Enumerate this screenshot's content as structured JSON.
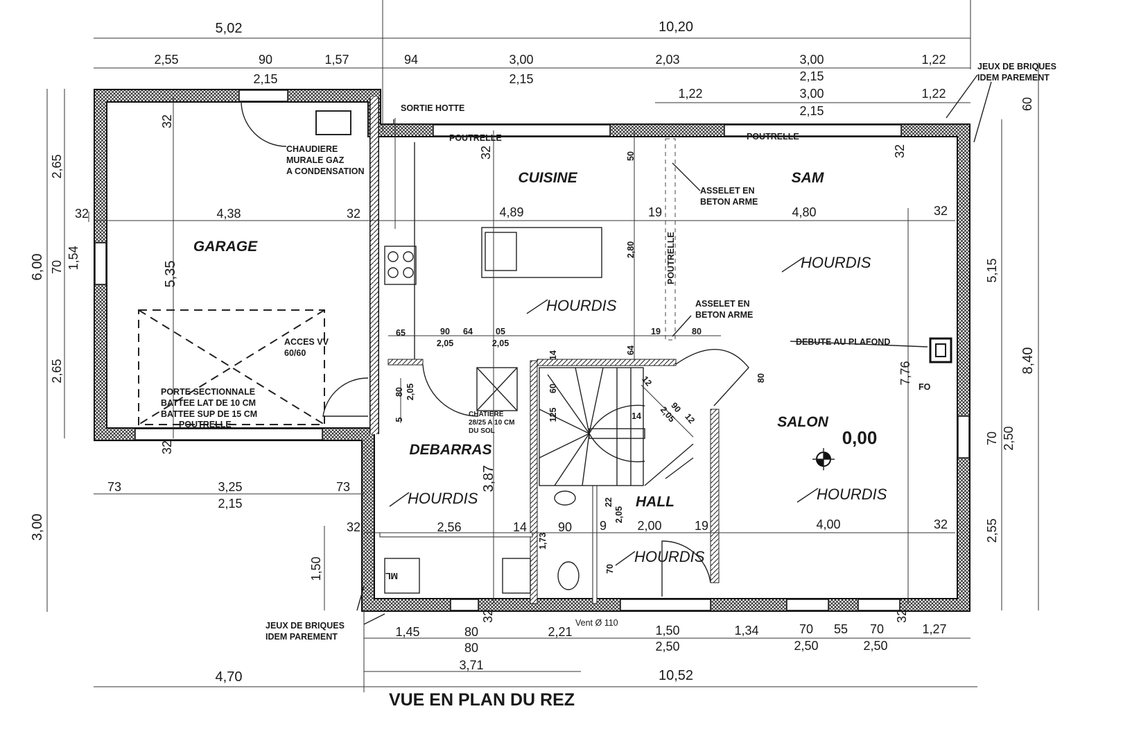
{
  "title": "VUE EN PLAN DU REZ",
  "rooms": {
    "garage": "GARAGE",
    "cuisine": "CUISINE",
    "sam": "SAM",
    "salon": "SALON",
    "debarras": "DEBARRAS",
    "hall": "HALL"
  },
  "hourdis": "HOURDIS",
  "level": "0,00",
  "annotations": {
    "sortie_hotte": "SORTIE HOTTE",
    "poutrelle": "POUTRELLE",
    "chaudiere": [
      "CHAUDIERE",
      "MURALE GAZ",
      "A CONDENSATION"
    ],
    "asselet": [
      "ASSELET EN",
      "BETON ARME"
    ],
    "acces_vv": [
      "ACCES VV",
      "60/60"
    ],
    "porte": [
      "PORTE SECTIONNALE",
      "BATTEE LAT DE 10 CM",
      "BATTEE SUP DE 15 CM"
    ],
    "chatiere": [
      "CHATIERE",
      "28/25 A 10 CM",
      "DU SOL"
    ],
    "debute": "DEBUTE AU PLAFOND",
    "fo": "FO",
    "ml": "ML",
    "jeux": [
      "JEUX DE BRIQUES",
      "IDEM PAREMENT"
    ],
    "vent": "Vent Ø 110"
  },
  "dims_top": [
    "5,02",
    "10,20",
    "2,55",
    "90",
    "1,57",
    "94",
    "3,00",
    "2,03",
    "3,00",
    "1,22",
    "2,15",
    "2,15",
    "2,15",
    "1,22",
    "3,00",
    "1,22",
    "2,15",
    "60"
  ],
  "dims_left": [
    "6,00",
    "2,65",
    "70",
    "1,54",
    "2,65",
    "3,00",
    "1,50"
  ],
  "dims_right": [
    "5,15",
    "8,40",
    "70",
    "2,50",
    "2,55",
    "7,76"
  ],
  "dims_interior": [
    "32",
    "4,38",
    "32",
    "32",
    "5,35",
    "4,89",
    "19",
    "4,80",
    "32",
    "32",
    "32",
    "50",
    "2,80",
    "64",
    "65",
    "90",
    "64",
    "05",
    "2,05",
    "2,05",
    "19",
    "80",
    "14",
    "60",
    "125",
    "14",
    "12",
    "90",
    "2,05",
    "12",
    "80",
    "2,05",
    "5",
    "80",
    "3,87",
    "22",
    "2,05",
    "9",
    "73",
    "3,25",
    "73",
    "2,15",
    "32",
    "2,56",
    "14",
    "90",
    "2,00",
    "19",
    "4,00",
    "32",
    "32",
    "70",
    "1,73"
  ],
  "dims_bottom": [
    "32",
    "32",
    "1,45",
    "80",
    "80",
    "2,21",
    "1,50",
    "2,50",
    "1,34",
    "70",
    "55",
    "70",
    "1,27",
    "2,50",
    "2,50",
    "3,71",
    "4,70",
    "10,52"
  ]
}
